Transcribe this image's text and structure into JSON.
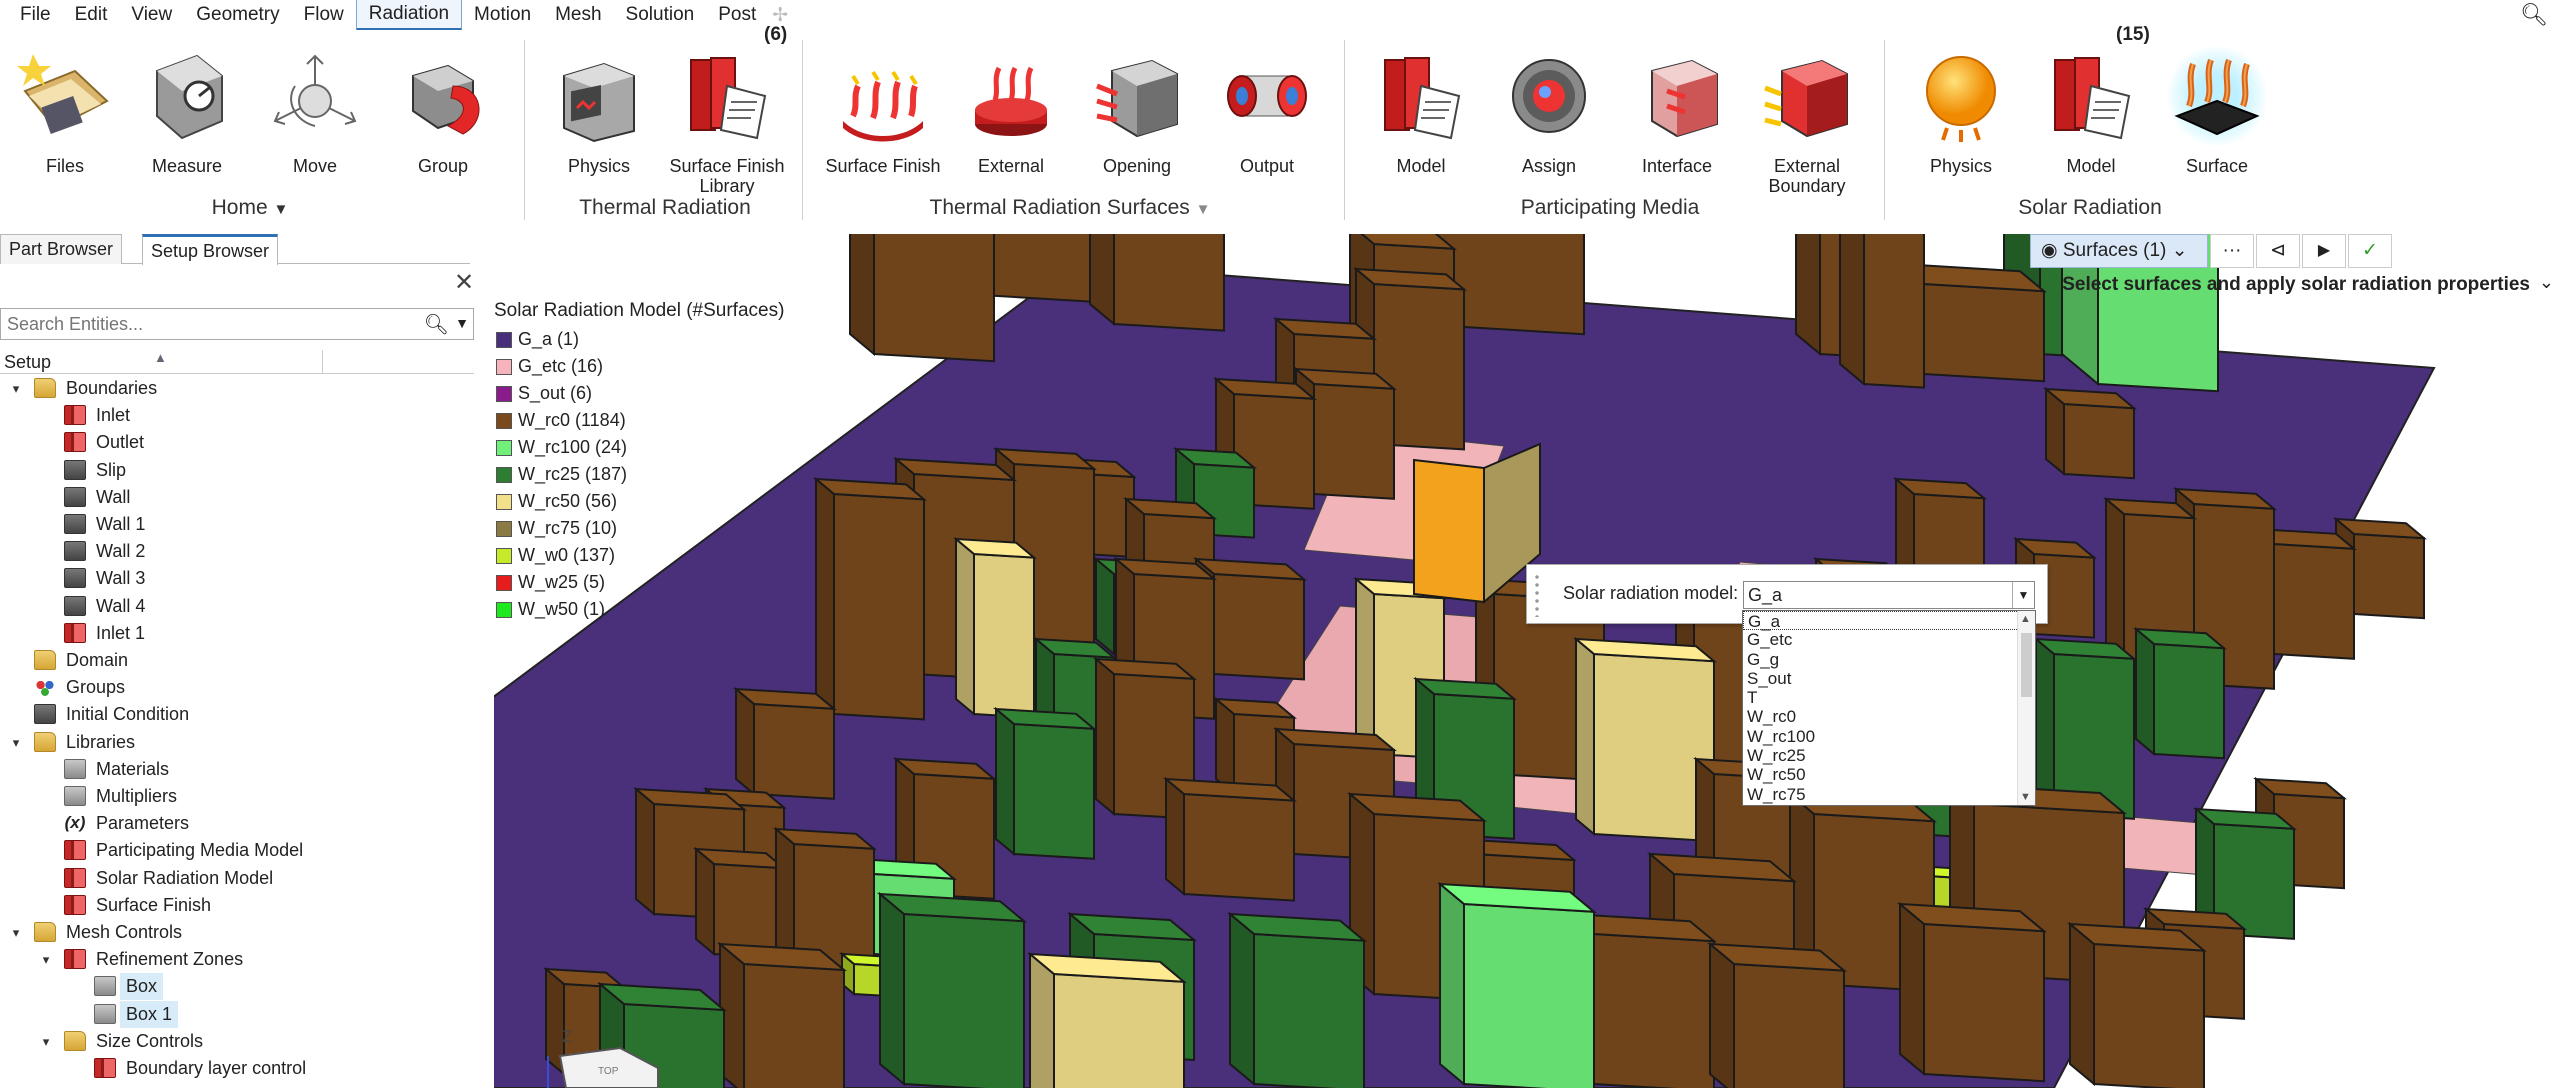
{
  "menu": [
    "File",
    "Edit",
    "View",
    "Geometry",
    "Flow",
    "Radiation",
    "Motion",
    "Mesh",
    "Solution",
    "Post"
  ],
  "active_menu": "Radiation",
  "ribbon": {
    "home_tools": [
      "Files",
      "Measure",
      "Move",
      "Group"
    ],
    "home_label": "Home",
    "thermal_tools": [
      "Physics",
      "Surface Finish Library"
    ],
    "thermal_badge": "(6)",
    "thermal_label": "Thermal Radiation",
    "surfaces_tools": [
      "Surface Finish",
      "External",
      "Opening",
      "Output"
    ],
    "surfaces_label": "Thermal Radiation Surfaces",
    "media_tools": [
      "Model",
      "Assign",
      "Interface",
      "External Boundary"
    ],
    "media_label": "Participating Media",
    "solar_tools": [
      "Physics",
      "Model",
      "Surface"
    ],
    "solar_badge": "(15)",
    "solar_label": "Solar Radiation"
  },
  "tabs": [
    "Part Browser",
    "Setup Browser"
  ],
  "search": {
    "placeholder": "Search Entities..."
  },
  "tree": {
    "column": "Setup",
    "rows": [
      {
        "label": "Boundaries",
        "level": 0,
        "icon": "folder",
        "twisty": "open"
      },
      {
        "label": "Inlet",
        "level": 1,
        "icon": "red"
      },
      {
        "label": "Outlet",
        "level": 1,
        "icon": "red"
      },
      {
        "label": "Slip",
        "level": 1,
        "icon": "bc"
      },
      {
        "label": "Wall",
        "level": 1,
        "icon": "bc"
      },
      {
        "label": "Wall 1",
        "level": 1,
        "icon": "bc"
      },
      {
        "label": "Wall 2",
        "level": 1,
        "icon": "bc"
      },
      {
        "label": "Wall 3",
        "level": 1,
        "icon": "bc"
      },
      {
        "label": "Wall 4",
        "level": 1,
        "icon": "bc"
      },
      {
        "label": "Inlet 1",
        "level": 1,
        "icon": "red"
      },
      {
        "label": "Domain",
        "level": 0,
        "icon": "folder"
      },
      {
        "label": "Groups",
        "level": 0,
        "icon": "grp"
      },
      {
        "label": "Initial Condition",
        "level": 0,
        "icon": "bc"
      },
      {
        "label": "Libraries",
        "level": 0,
        "icon": "folder",
        "twisty": "open"
      },
      {
        "label": "Materials",
        "level": 1,
        "icon": "boxg"
      },
      {
        "label": "Multipliers",
        "level": 1,
        "icon": "boxg"
      },
      {
        "label": "Parameters",
        "level": 1,
        "icon": "fx"
      },
      {
        "label": "Participating Media Model",
        "level": 1,
        "icon": "red"
      },
      {
        "label": "Solar Radiation Model",
        "level": 1,
        "icon": "red"
      },
      {
        "label": "Surface Finish",
        "level": 1,
        "icon": "red"
      },
      {
        "label": "Mesh Controls",
        "level": 0,
        "icon": "folder",
        "twisty": "open"
      },
      {
        "label": "Refinement Zones",
        "level": 1,
        "icon": "red",
        "twisty": "open"
      },
      {
        "label": "Box",
        "level": 2,
        "icon": "boxg",
        "selected": true
      },
      {
        "label": "Box 1",
        "level": 2,
        "icon": "boxg",
        "selected": true
      },
      {
        "label": "Size Controls",
        "level": 1,
        "icon": "folder",
        "twisty": "open"
      },
      {
        "label": "Boundary layer control",
        "level": 2,
        "icon": "red"
      }
    ]
  },
  "legend": {
    "title": "Solar Radiation Model (#Surfaces)",
    "items": [
      {
        "label": "G_a (1)",
        "color": "#4a2f7a"
      },
      {
        "label": "G_etc (16)",
        "color": "#f6b3bd"
      },
      {
        "label": "S_out (6)",
        "color": "#8a1c8c"
      },
      {
        "label": "W_rc0 (1184)",
        "color": "#7a4a1c"
      },
      {
        "label": "W_rc100 (24)",
        "color": "#6ef07a"
      },
      {
        "label": "W_rc25 (187)",
        "color": "#2e7d32"
      },
      {
        "label": "W_rc50 (56)",
        "color": "#f2e08a"
      },
      {
        "label": "W_rc75 (10)",
        "color": "#8c7a44"
      },
      {
        "label": "W_w0 (137)",
        "color": "#c6ea2a"
      },
      {
        "label": "W_w25 (5)",
        "color": "#e81c1c"
      },
      {
        "label": "W_w50 (1)",
        "color": "#1ee81e"
      }
    ]
  },
  "toolbar_right": {
    "surfaces": "Surfaces (1)",
    "more": "···",
    "prev": "⊲",
    "play": "▶",
    "ok": "✓"
  },
  "hint": "Select surfaces and apply solar radiation properties",
  "popup": {
    "label": "Solar radiation model:",
    "value": "G_a",
    "options": [
      "G_a",
      "G_etc",
      "G_g",
      "S_out",
      "T",
      "W_rc0",
      "W_rc100",
      "W_rc25",
      "W_rc50",
      "W_rc75"
    ]
  },
  "axis": {
    "z": "Z",
    "view_cube": "TOP"
  }
}
